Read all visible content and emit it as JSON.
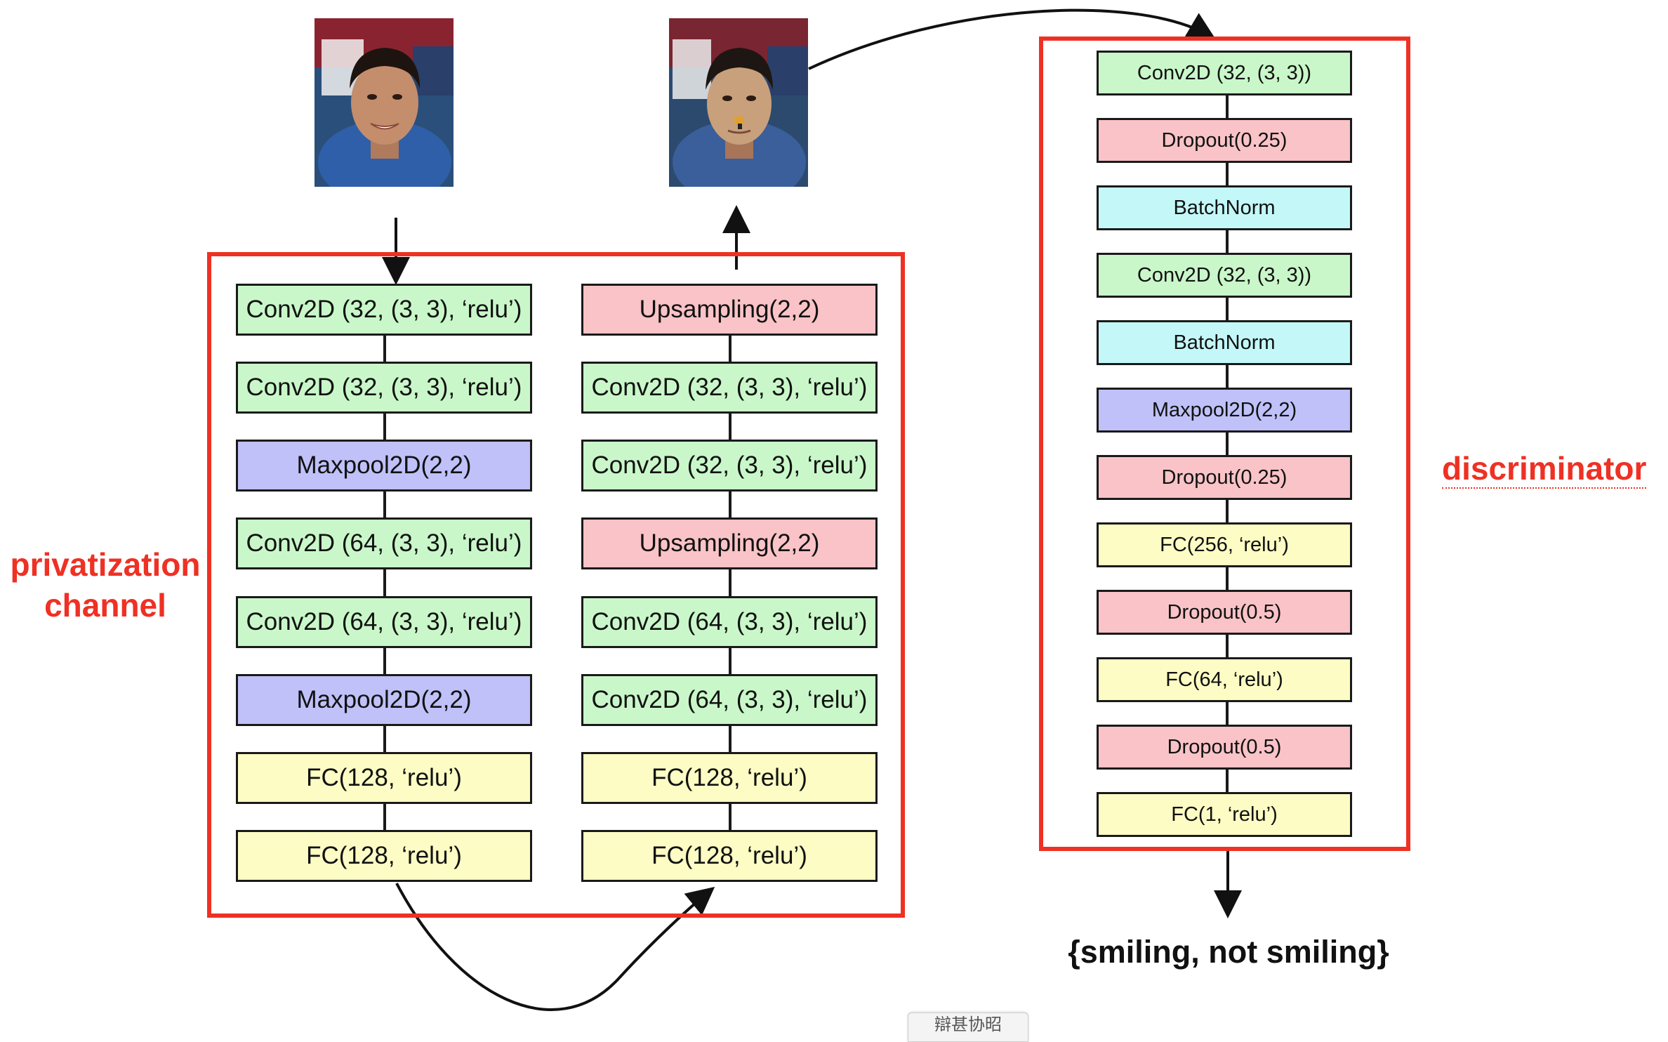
{
  "labels": {
    "privatization_line1": "privatization",
    "privatization_line2": "channel",
    "discriminator": "discriminator",
    "output": "{smiling, not smiling}",
    "bottom_tab": "辯甚协昭"
  },
  "colors": {
    "frame": "#ee3124",
    "conv": "#c9f7c9",
    "dropout_upsampling": "#f9c3c7",
    "maxpool": "#bfc1f8",
    "fc": "#fcfcc4",
    "batchnorm": "#c4f8f8"
  },
  "images": {
    "input_face": "face-photo",
    "output_face": "face-photo-privatized"
  },
  "encoder": [
    "Conv2D (32, (3, 3), ‘relu’)",
    "Conv2D (32, (3, 3), ‘relu’)",
    "Maxpool2D(2,2)",
    "Conv2D (64, (3, 3), ‘relu’)",
    "Conv2D (64, (3, 3), ‘relu’)",
    "Maxpool2D(2,2)",
    "FC(128, ‘relu’)",
    "FC(128, ‘relu’)"
  ],
  "decoder": [
    "Upsampling(2,2)",
    "Conv2D (32, (3, 3), ‘relu’)",
    "Conv2D (32, (3, 3), ‘relu’)",
    "Upsampling(2,2)",
    "Conv2D (64, (3, 3), ‘relu’)",
    "Conv2D (64, (3, 3), ‘relu’)",
    "FC(128, ‘relu’)",
    "FC(128, ‘relu’)"
  ],
  "discriminator_layers": [
    "Conv2D (32, (3, 3))",
    "Dropout(0.25)",
    "BatchNorm",
    "Conv2D (32, (3, 3))",
    "BatchNorm",
    "Maxpool2D(2,2)",
    "Dropout(0.25)",
    "FC(256, ‘relu’)",
    "Dropout(0.5)",
    "FC(64, ‘relu’)",
    "Dropout(0.5)",
    "FC(1, ‘relu’)"
  ]
}
